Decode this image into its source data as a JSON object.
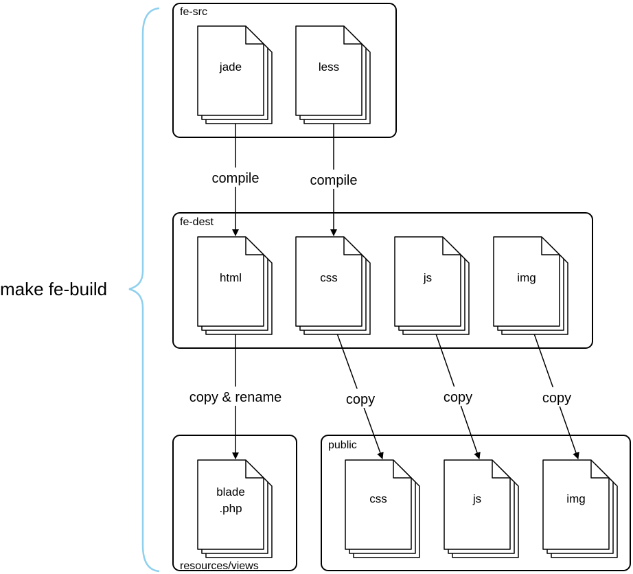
{
  "brace": {
    "label": "make fe-build"
  },
  "groups": {
    "fe_src": "fe-src",
    "fe_dest": "fe-dest",
    "resources_views": "resources/views",
    "public": "public"
  },
  "files": {
    "jade": "jade",
    "less": "less",
    "html": "html",
    "dest_css": "css",
    "dest_js": "js",
    "dest_img": "img",
    "blade_line1": "blade",
    "blade_line2": ".php",
    "public_css": "css",
    "public_js": "js",
    "public_img": "img"
  },
  "edges": {
    "compile_jade": "compile",
    "compile_less": "compile",
    "copy_rename": "copy & rename",
    "copy_css": "copy",
    "copy_js": "copy",
    "copy_img": "copy"
  }
}
